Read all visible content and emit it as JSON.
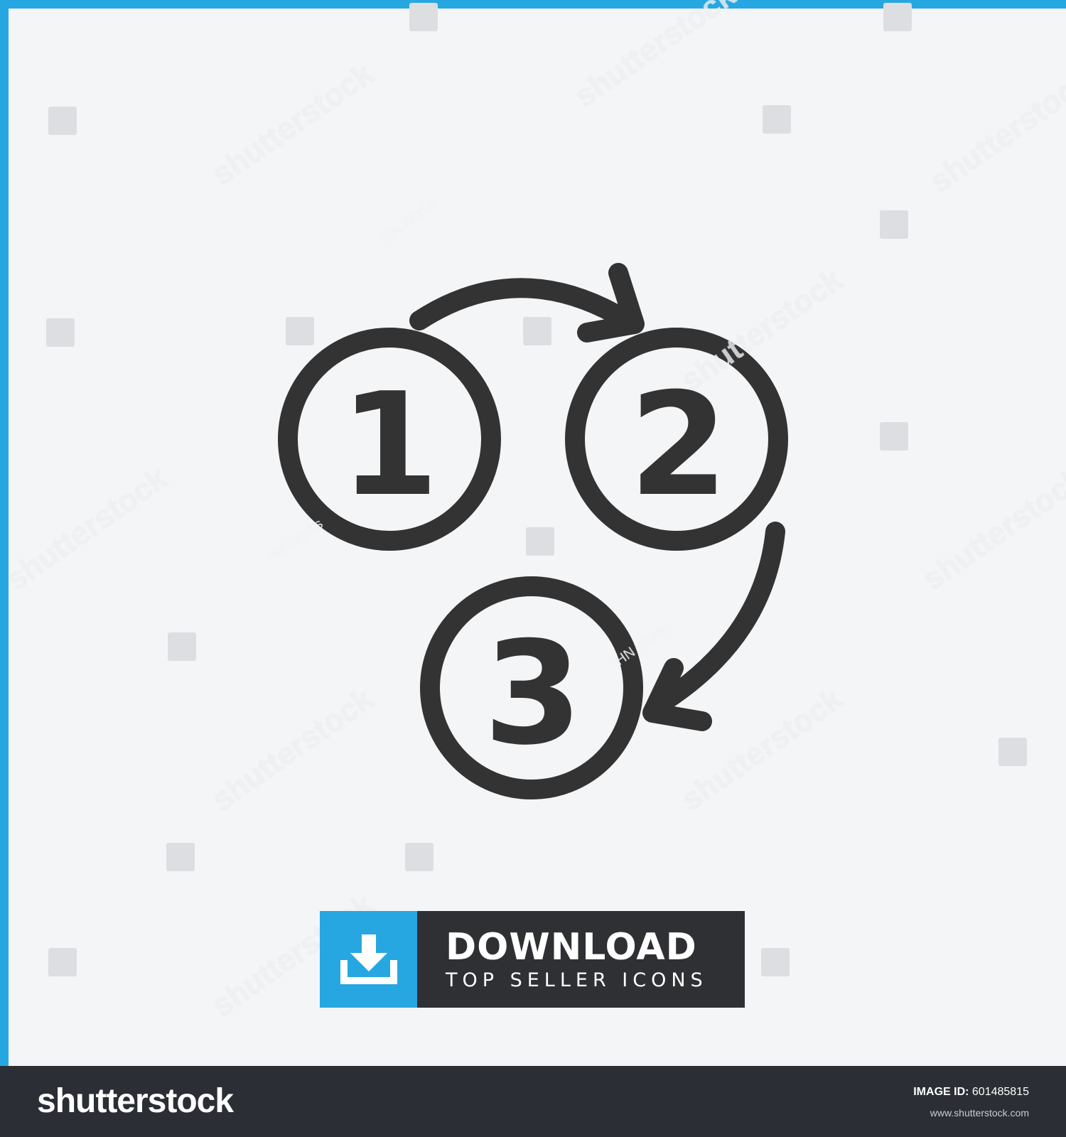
{
  "icon": {
    "name": "numbered-steps-cycle-icon",
    "stroke_color": "#333333",
    "steps": [
      "1",
      "2",
      "3"
    ]
  },
  "banner": {
    "title": "DOWNLOAD",
    "subtitle": "TOP SELLER ICONS",
    "icon_name": "download-icon",
    "accent_color": "#27a7e1",
    "dark_color": "#2f3033"
  },
  "watermark": {
    "brand": "shutterstock",
    "author": "HN Works"
  },
  "footer": {
    "logo_text": "shutterstock",
    "image_id_label": "IMAGE ID:",
    "image_id_value": "601485815",
    "url": "www.shutterstock.com",
    "background_color": "#2b2e35"
  },
  "frame": {
    "accent_color": "#27a7e1",
    "background_color": "#f4f5f7"
  }
}
